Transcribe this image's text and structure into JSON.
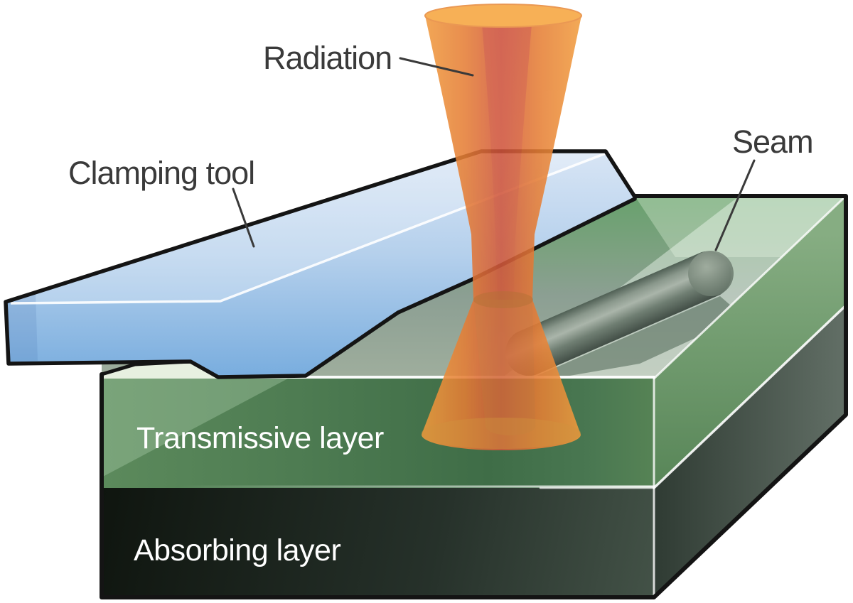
{
  "figure": {
    "annotations": {
      "radiation": {
        "label": "Radiation"
      },
      "clamping_tool": {
        "label": "Clamping tool"
      },
      "seam": {
        "label": "Seam"
      }
    },
    "layers": {
      "transmissive": {
        "label": "Transmissive layer"
      },
      "absorbing": {
        "label": "Absorbing layer"
      }
    },
    "colors": {
      "background": "#FFFFFF",
      "outline": "#1A1A1A",
      "label_text": "#3A3A3A",
      "layer_label_text": "#FFFFFF",
      "beam_orange": "#F0983A",
      "beam_core_red": "#C8503C",
      "clamp_blue_light": "#CBDEF2",
      "clamp_blue": "#7FB2DF",
      "top_face_green": "#8C9F93",
      "transmissive_green": "#4E7C52",
      "absorbing_dark": "#1E2822",
      "seam_gray": "#6F7E72"
    }
  }
}
